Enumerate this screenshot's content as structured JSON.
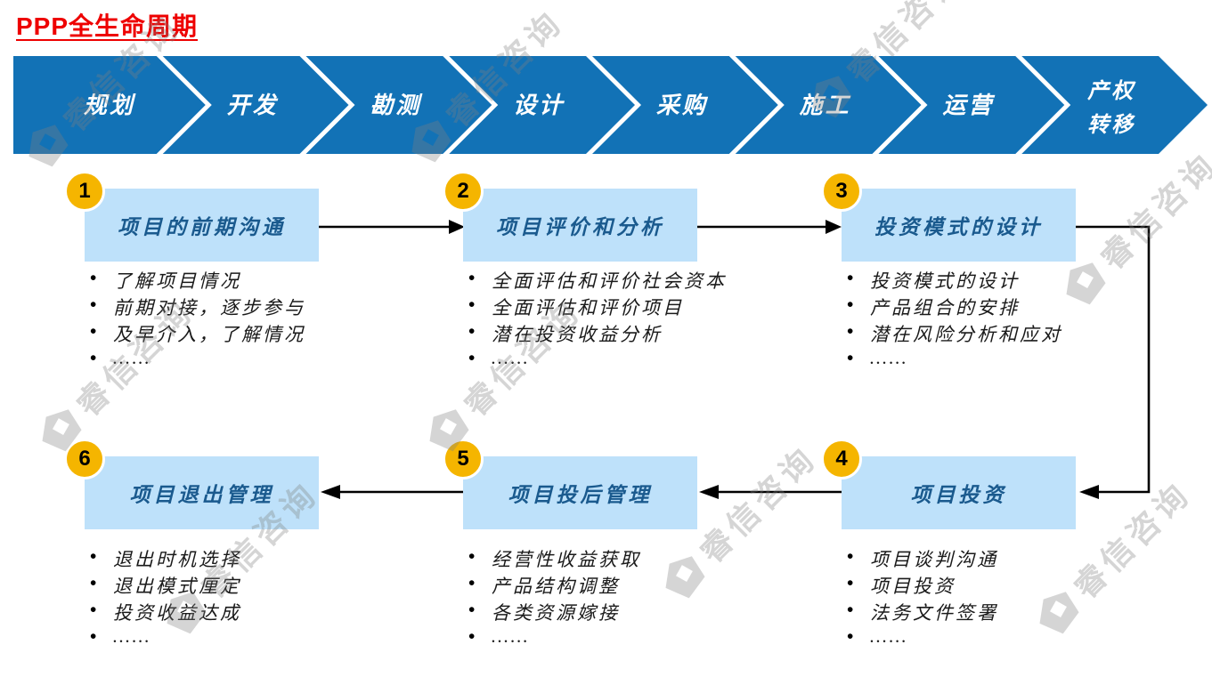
{
  "page_title": "PPP全生命周期",
  "watermark": {
    "text": "睿信咨询"
  },
  "banner": {
    "stages": [
      "规划",
      "开发",
      "勘测",
      "设计",
      "采购",
      "施工",
      "运营",
      "产权\n转移"
    ]
  },
  "steps": [
    {
      "number": "1",
      "title": "项目的前期沟通",
      "bullets": [
        "了解项目情况",
        "前期对接，逐步参与",
        "及早介入，了解情况",
        "……"
      ]
    },
    {
      "number": "2",
      "title": "项目评价和分析",
      "bullets": [
        "全面评估和评价社会资本",
        "全面评估和评价项目",
        "潜在投资收益分析",
        "……"
      ]
    },
    {
      "number": "3",
      "title": "投资模式的设计",
      "bullets": [
        "投资模式的设计",
        "产品组合的安排",
        "潜在风险分析和应对",
        "……"
      ]
    },
    {
      "number": "4",
      "title": "项目投资",
      "bullets": [
        "项目谈判沟通",
        "项目投资",
        "法务文件签署",
        "……"
      ]
    },
    {
      "number": "5",
      "title": "项目投后管理",
      "bullets": [
        "经营性收益获取",
        "产品结构调整",
        "各类资源嫁接",
        "……"
      ]
    },
    {
      "number": "6",
      "title": "项目退出管理",
      "bullets": [
        "退出时机选择",
        "退出模式厘定",
        "投资收益达成",
        "……"
      ]
    }
  ],
  "colors": {
    "title_red": "#EE0000",
    "banner_blue": "#1272B6",
    "box_blue": "#BEE1FA",
    "step_title_blue": "#1A5A8E",
    "badge_yellow": "#F5B500",
    "arrow_black": "#000000",
    "bullet_text": "#1A1A1A"
  }
}
